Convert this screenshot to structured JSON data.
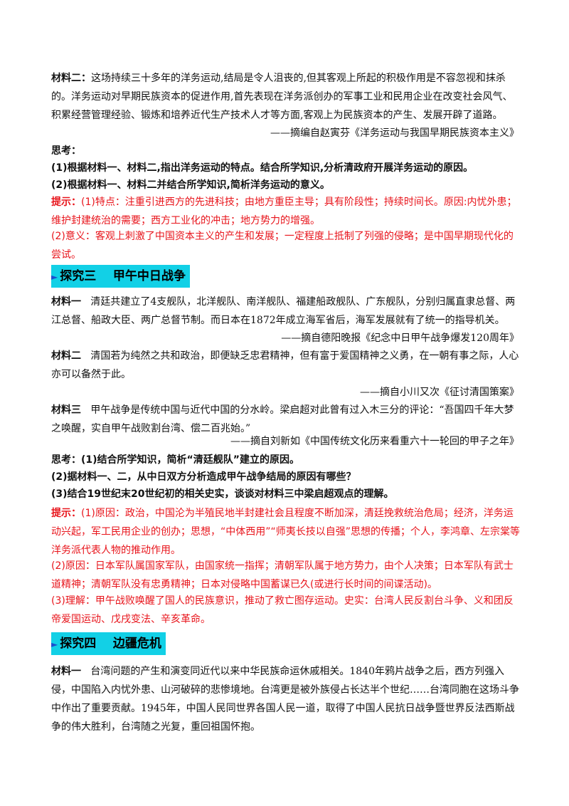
{
  "material2_block": {
    "label": "材料二：",
    "text": "这场持续三十多年的洋务运动,结局是令人沮丧的,但其客观上所起的积极作用是不容忽视和抹杀的。洋务运动对早期民族资本的促进作用,首先表现在洋务派创办的军事工业和民用企业在改变社会风气、积累经营管理经验、锻炼和培养近代生产技术人才等方面,客观上为民族资本的产生、发展开辟了道路。",
    "source": "——摘编自赵寅芬《洋务运动与我国早期民族资本主义》"
  },
  "think1": {
    "label": "思考：",
    "q1": "(1)根据材料一、材料二,指出洋务运动的特点。结合所学知识,分析清政府开展洋务运动的原因。",
    "q2": "(2)根据材料一、材料二并结合所学知识,简析洋务运动的意义。"
  },
  "hint1": {
    "label": "提示：",
    "a1": "(1)特点：注重引进西方的先进科技；由地方重臣主导；具有阶段性；持续时间长。原因:内忧外患；维护封建统治的需要；西方工业化的冲击；地方势力的增强。",
    "a2": "(2)意义：客观上刺激了中国资本主义的产生和发展；一定程度上抵制了列强的侵略；是中国早期现代化的尝试。"
  },
  "section3": {
    "arrow": "►",
    "title": "探究三    甲午中日战争"
  },
  "s3_material1": {
    "label": "材料一",
    "text": "清廷共建立了4支舰队，北洋舰队、南洋舰队、福建船政舰队、广东舰队，分别归属直隶总督、两江总督、船政大臣、两广总督节制。而日本在1872年成立海军省后，海军发展就有了统一的指导机关。",
    "source": "——摘自德阳晚报《纪念中日甲午战争爆发120周年》"
  },
  "s3_material2": {
    "label": "材料二",
    "text": "清国若为纯然之共和政治，即便缺乏忠君精神，但有富于爱国精神之义勇，在一朝有事之际，人心亦可以备然于此。",
    "source": "——摘自小川又次《征讨清国策案》"
  },
  "s3_material3": {
    "label": "材料三",
    "text": "甲午战争是传统中国与近代中国的分水岭。梁启超对此曾有过入木三分的评论：“吾国四千年大梦之唤醒，实自甲午战败割台湾、偿二百兆始。”",
    "source": "——摘自刘新如《中国传统文化历来看重六十一轮回的甲子之年》"
  },
  "think2": {
    "label": "思考：",
    "q1": "(1)结合所学知识，简析“清廷舰队”建立的原因。",
    "q2": "(2)据材料一、二，从中日双方分析造成甲午战争结局的原因有哪些？",
    "q3": "(3)结合19世纪末20世纪初的相关史实，谈谈对材料三中梁启超观点的理解。"
  },
  "hint2": {
    "label": "提示：",
    "a1": "(1)原因：政治，中国沦为半殖民地半封建社会且程度不断加深，清廷挽救统治危局；经济，洋务运动兴起，军工民用企业的创办；思想，“中体西用”“师夷长技以自强”思想的传播；个人，李鸿章、左宗棠等洋务派代表人物的推动作用。",
    "a2": "(2)原因：日本军队属国家军队，由国家统一指挥；清朝军队属于地方势力，由个人决策；日本军队有武士道精神；清朝军队没有忠勇精神；日本对侵略中国蓄谋已久(或进行长时间的间谍活动)。",
    "a3": "(3)理解：甲午战败唤醒了国人的民族意识，推动了救亡图存运动。史实：台湾人民反割台斗争、义和团反帝爱国运动、戊戌变法、辛亥革命。"
  },
  "section4": {
    "arrow": "►",
    "title": "探究四    边疆危机"
  },
  "s4_material1": {
    "label": "材料一",
    "text": "台湾问题的产生和演变同近代以来中华民族命运休戚相关。1840年鸦片战争之后，西方列强入侵，中国陷入内忧外患、山河破碎的悲惨境地。台湾更是被外族侵占长达半个世纪……台湾同胞在这场斗争中作出了重要贡献。1945年，中国人民同世界各国人民一道，取得了中国人民抗日战争暨世界反法西斯战争的伟大胜利，台湾随之光复，重回祖国怀抱。"
  }
}
